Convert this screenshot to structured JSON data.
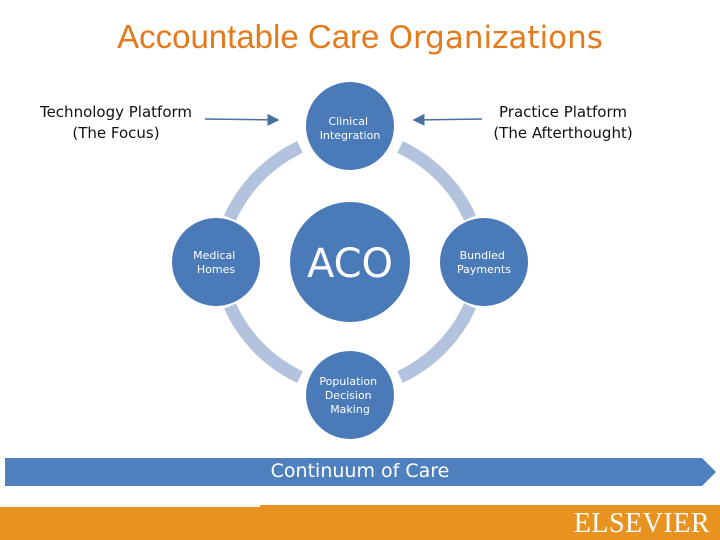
{
  "title": {
    "part1": "Accountable Care",
    "part2": "Organizations"
  },
  "left_label": {
    "line1": "Technology Platform",
    "line2": "(The Focus)"
  },
  "right_label": {
    "line1": "Practice Platform",
    "line2": "(The Afterthought)"
  },
  "nodes": {
    "center": "ACO",
    "top": [
      "Clinical",
      "Integration"
    ],
    "left": [
      "Medical",
      "Homes"
    ],
    "right": [
      "Bundled",
      "Payments"
    ],
    "bottom": [
      "Population",
      "Decision",
      "Making"
    ]
  },
  "band": {
    "label": "Continuum of Care"
  },
  "footer": {
    "logo": "ELSEVIER"
  },
  "colors": {
    "title": "#e37a1c",
    "circle": "#4a7ab8",
    "ring": "#b3c3de",
    "band": "#4e80bd",
    "footer": "#e8921f",
    "arrow": "#4a6fa0"
  }
}
